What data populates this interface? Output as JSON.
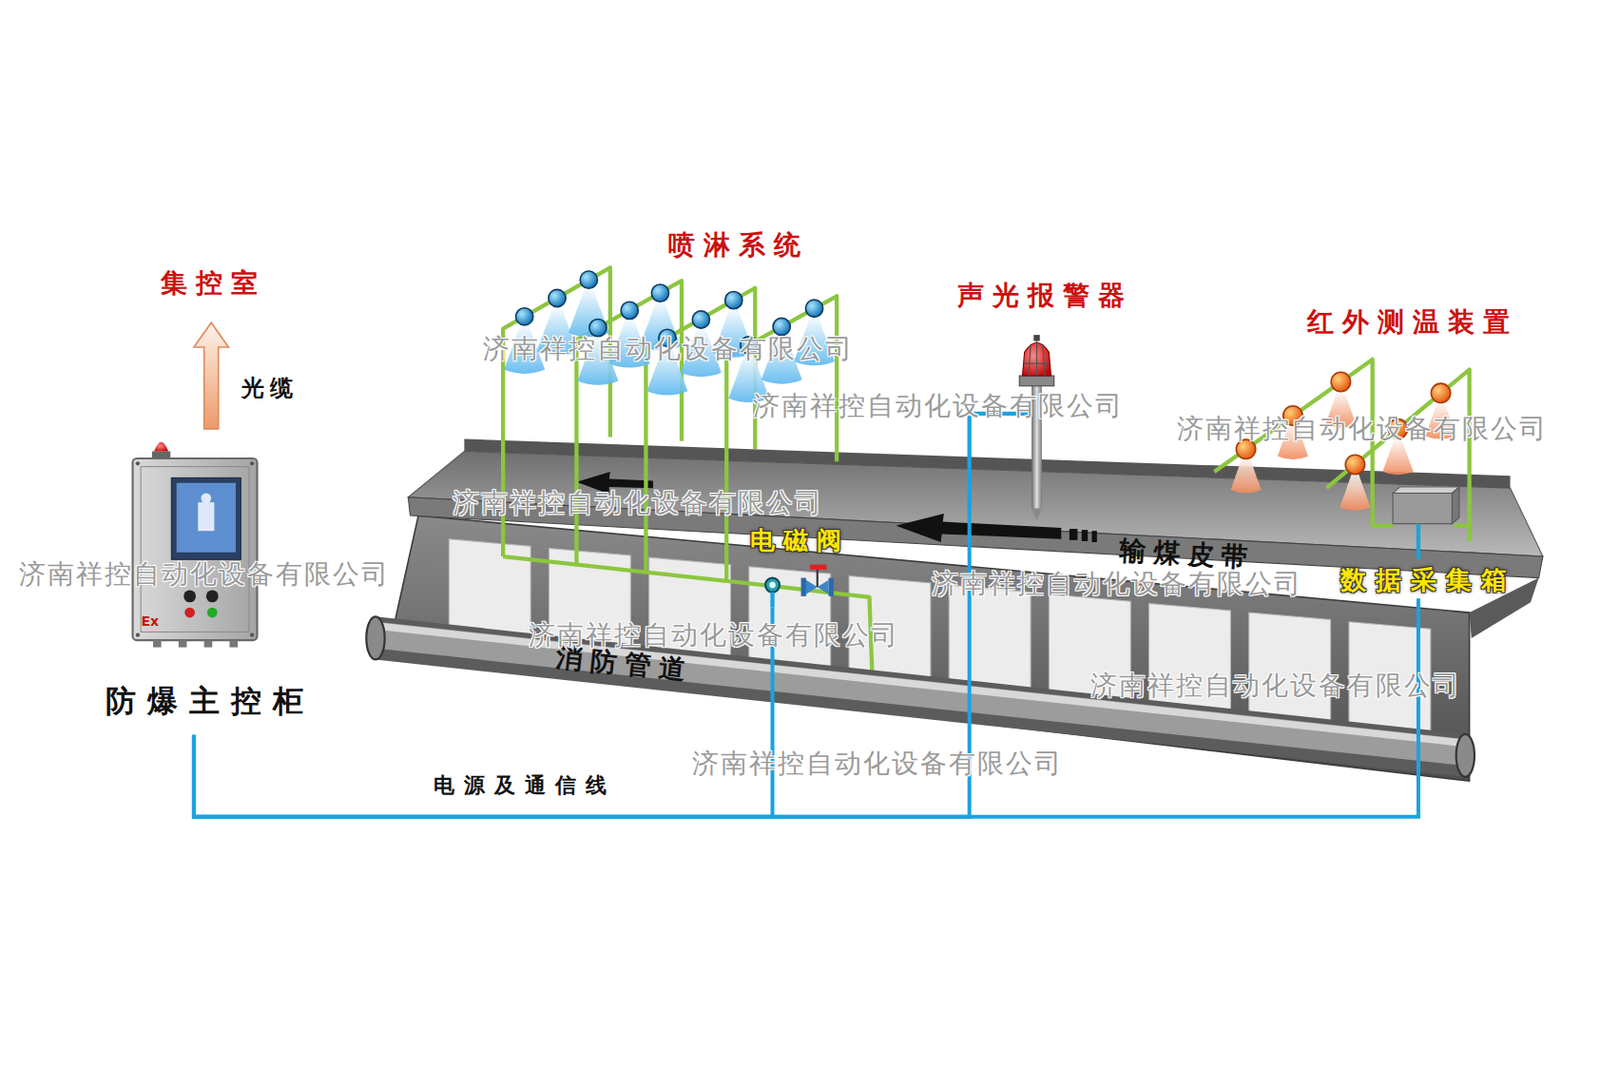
{
  "diagram": {
    "nodes": [
      {
        "text": [
          "防爆主控柜"
        ]
      },
      {
        "text": [
          "电磁阀"
        ]
      },
      {
        "text": [
          "声光报警器"
        ]
      },
      {
        "text": [
          "数据采集箱"
        ]
      }
    ],
    "edges": [
      {
        "from": 0,
        "to": 1,
        "arrow": "none",
        "label": "电源及通信线"
      },
      {
        "from": 0,
        "to": 2,
        "arrow": "none"
      },
      {
        "from": 0,
        "to": 3,
        "arrow": "none"
      }
    ],
    "labels": [
      "集控室",
      "光缆",
      "喷淋系统",
      "红外测温装置",
      "输煤皮带",
      "消防管道",
      "Ex",
      "济南祥控自动化设备有限公司",
      "济南祥控自动化设备有限公司",
      "济南祥控自动化设备有限公司",
      "济南祥控自动化设备有限公司",
      "济南祥控自动化设备有限公司",
      "济南祥控自动化设备有限公司",
      "济南祥控自动化设备有限公司",
      "济南祥控自动化设备有限公司",
      "济南祥控自动化设备有限公司"
    ]
  }
}
